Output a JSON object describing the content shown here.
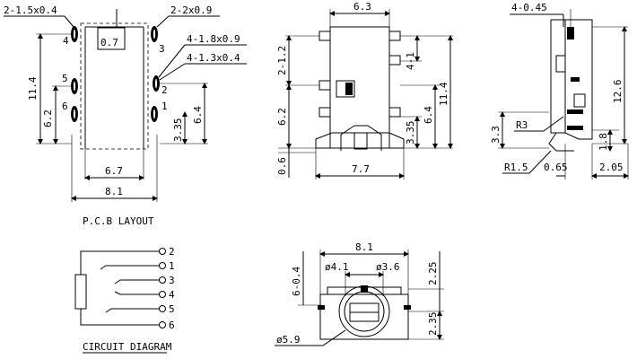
{
  "pcb_layout": {
    "title": "P.C.B LAYOUT",
    "dims": {
      "holes_top_left": "2-1.5x0.4",
      "holes_top_right": "2-2x0.9",
      "slot_width": "0.7",
      "holes_18x09": "4-1.8x0.9",
      "holes_13x04": "4-1.3x0.4",
      "height_left": "11.4",
      "left_6_2": "6.2",
      "right_6_4": "6.4",
      "right_3_35": "3.35",
      "bottom_6_7": "6.7",
      "bottom_8_1": "8.1"
    },
    "pins": [
      "4",
      "3",
      "5",
      "2",
      "6",
      "1"
    ]
  },
  "front_view": {
    "dims": {
      "top_width": "6.3",
      "pitch_2_1_2": "2-1.2",
      "pitch_4_1": "4-1",
      "height_6_2": "6.2",
      "height_3_35": "3.35",
      "height_6_4": "6.4",
      "height_11_4": "11.4",
      "bottom_0_6": "0.6",
      "bottom_7_7": "7.7"
    }
  },
  "side_view": {
    "dims": {
      "pins_4_045": "4-0.45",
      "height_12_6": "12.6",
      "radius_r3": "R3",
      "dim_3_3": "3.3",
      "dim_1_8": "1.8",
      "radius_r1_5": "R1.5",
      "dim_0_65": "0.65",
      "dim_2_05": "2.05"
    }
  },
  "circuit": {
    "title": "CIRCUIT DIAGRAM",
    "terminals": [
      "2",
      "1",
      "3",
      "4",
      "5",
      "6"
    ]
  },
  "bottom_view": {
    "dims": {
      "width_8_1": "8.1",
      "dia_4_1": "ø4.1",
      "dia_3_6": "ø3.6",
      "dim_6_0_4": "6-0.4",
      "dim_2_25": "2.25",
      "dim_2_35": "2.35",
      "dia_5_9": "ø5.9"
    }
  }
}
